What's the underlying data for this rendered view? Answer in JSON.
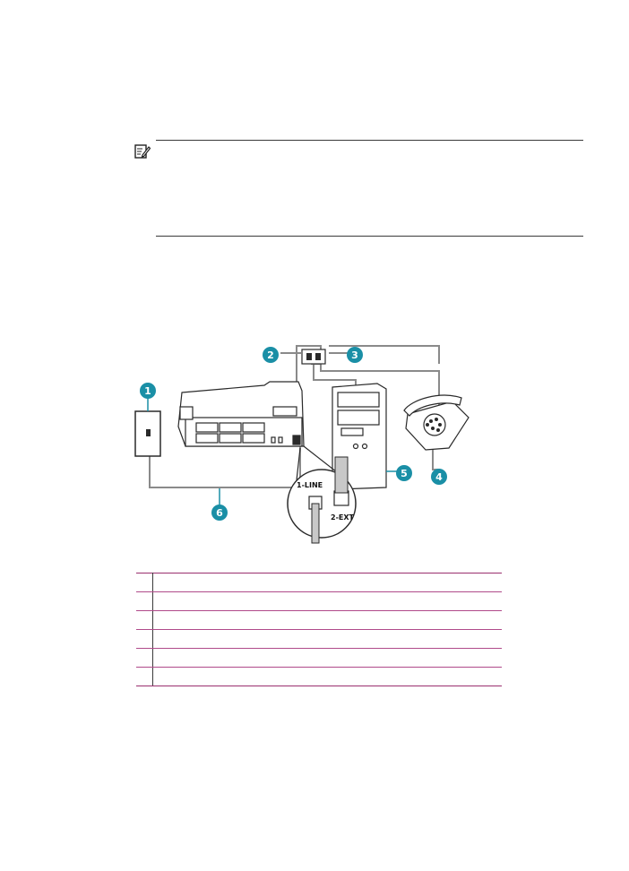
{
  "note": {
    "icon": "note-pencil-icon"
  },
  "diagram": {
    "callouts": [
      "1",
      "2",
      "3",
      "4",
      "5",
      "6"
    ],
    "jack_labels": {
      "line": "1-LINE",
      "ext": "2-EXT"
    },
    "colors": {
      "callout": "#1a8fa6",
      "cable": "#8a8a8a",
      "outline": "#2a2a2a"
    }
  },
  "legend": {
    "rows": [
      {
        "num": "",
        "text": ""
      },
      {
        "num": "",
        "text": ""
      },
      {
        "num": "",
        "text": ""
      },
      {
        "num": "",
        "text": ""
      },
      {
        "num": "",
        "text": ""
      },
      {
        "num": "",
        "text": ""
      }
    ]
  }
}
